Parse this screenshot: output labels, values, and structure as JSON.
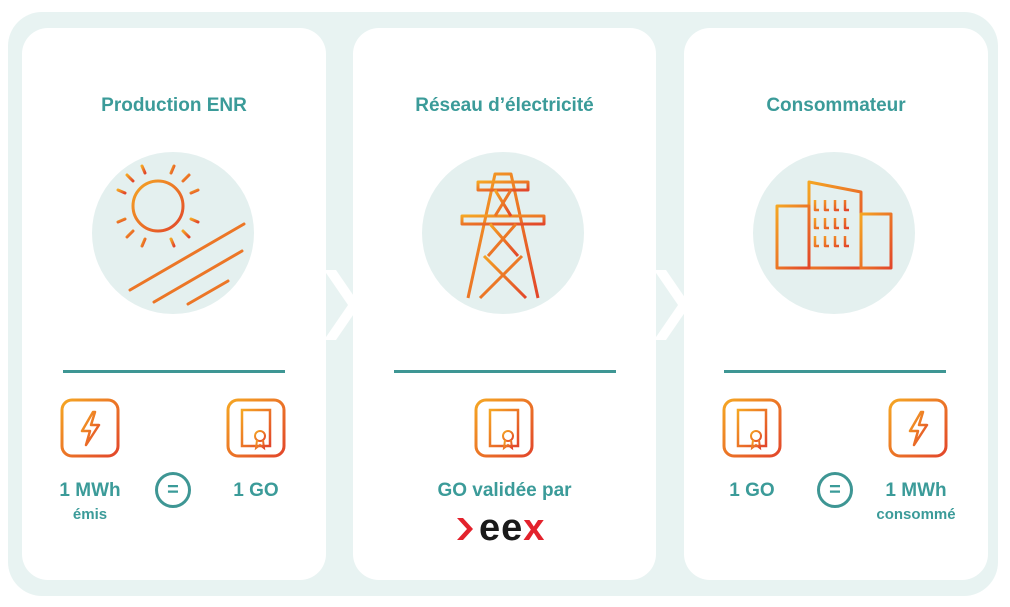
{
  "colors": {
    "teal": "#3b9b99",
    "orange_start": "#f5a623",
    "orange_end": "#e2462a",
    "background": "#e8f3f2"
  },
  "panels": [
    {
      "title": "Production ENR",
      "icon": "solar-panel-sun-icon",
      "left_value": "1 MWh",
      "left_sub": "émis",
      "equals": "=",
      "right_value": "1 GO"
    },
    {
      "title": "Réseau d’électricité",
      "icon": "power-pylon-icon",
      "value": "GO validée par",
      "logo": {
        "chevron": "›",
        "letters_dark": "ee",
        "letter_red": "x"
      }
    },
    {
      "title": "Consommateur",
      "icon": "buildings-icon",
      "left_value": "1 GO",
      "equals": "=",
      "right_value": "1 MWh",
      "right_sub": "consommé"
    }
  ]
}
